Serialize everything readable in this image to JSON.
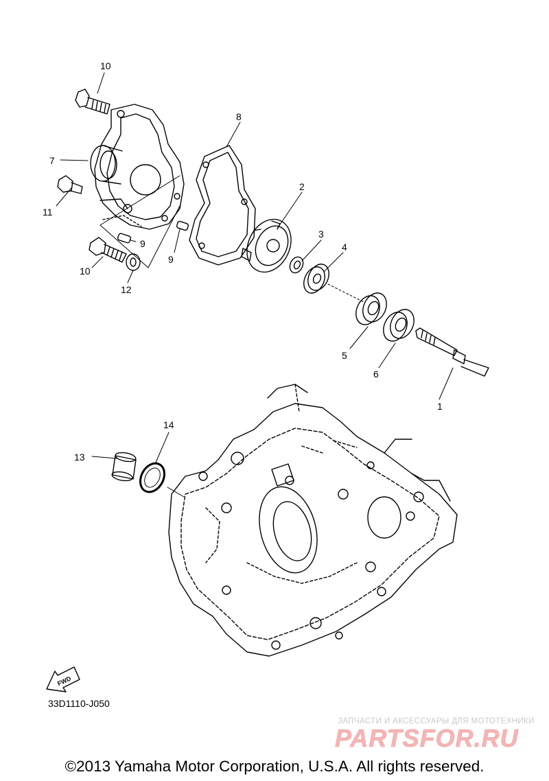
{
  "part_labels": [
    "10",
    "8",
    "7",
    "2",
    "11",
    "3",
    "4",
    "9",
    "9",
    "10",
    "12",
    "5",
    "6",
    "1",
    "14",
    "13"
  ],
  "reference_code": "33D1110-J050",
  "fwd_badge": "FWD",
  "watermark": {
    "tagline": "ЗАПЧАСТИ И АКСЕССУАРЫ ДЛЯ МОТОТЕХНИКИ",
    "logo_text": "PARTSFOR.RU",
    "logo_color": "#f4b6b6"
  },
  "copyright": "©2013 Yamaha Motor Corporation, U.S.A. All rights reserved."
}
